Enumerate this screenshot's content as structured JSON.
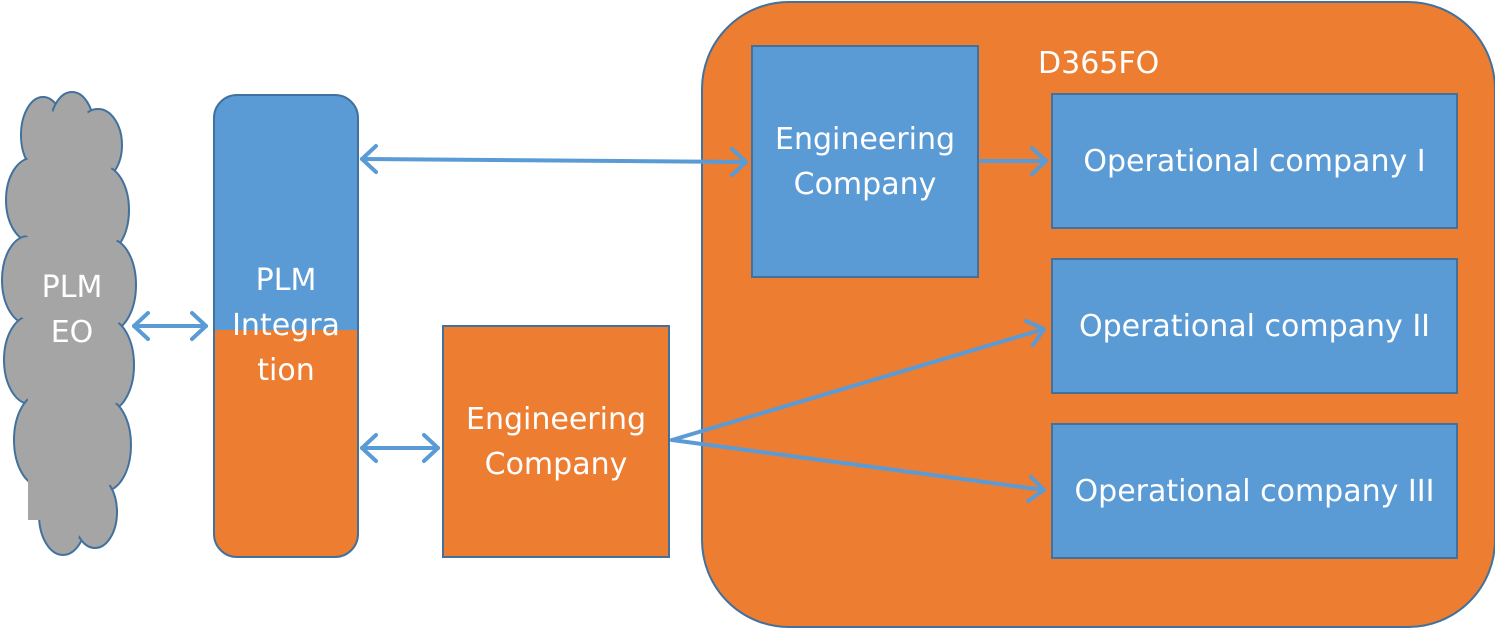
{
  "diagram": {
    "plm_eo": {
      "line1": "PLM",
      "line2": "EO"
    },
    "plm_integration": {
      "line1": "PLM",
      "line2": "Integra",
      "line3": "tion"
    },
    "engineering_company_lower": {
      "line1": "Engineering",
      "line2": "Company"
    },
    "d365": {
      "title": "D365FO",
      "engineering_company": {
        "line1": "Engineering",
        "line2": "Company"
      },
      "operational_companies": [
        "Operational company I",
        "Operational company II",
        "Operational company III"
      ]
    }
  },
  "colors": {
    "blue": "#5b9bd5",
    "orange": "#ed7d31",
    "cloud_gray": "#a5a5a5",
    "outline": "#41719c",
    "arrow": "#5b9bd5",
    "text": "#ffffff"
  }
}
